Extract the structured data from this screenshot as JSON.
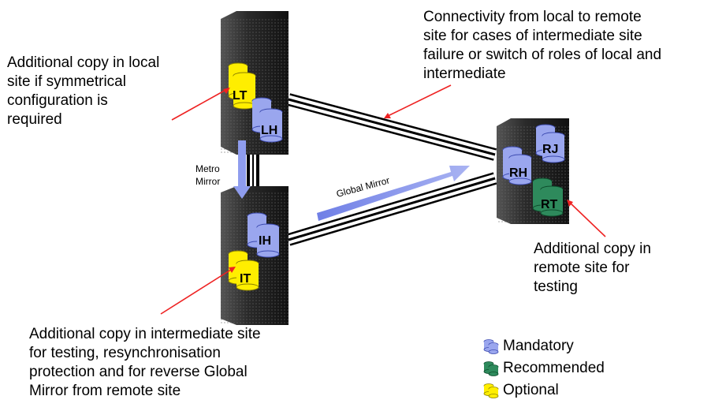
{
  "notes": {
    "local_copy": [
      "Additional copy in local",
      "site if symmetrical",
      "configuration is",
      "required"
    ],
    "connectivity": [
      "Connectivity from local to remote",
      "site for cases of intermediate site",
      "failure or switch of roles of local and",
      "intermediate"
    ],
    "remote_copy": [
      "Additional copy in",
      "remote site for",
      "testing"
    ],
    "intermediate_copy": [
      "Additional copy in intermediate site",
      "for testing, resynchronisation",
      "protection and for reverse Global",
      "Mirror from remote site"
    ]
  },
  "labels": {
    "metro_mirror": [
      "Metro",
      "Mirror"
    ],
    "global_mirror": "Global Mirror"
  },
  "volumes": {
    "lt": "LT",
    "lh": "LH",
    "ih": "IH",
    "it": "IT",
    "rh": "RH",
    "rj": "RJ",
    "rt": "RT"
  },
  "legend": [
    {
      "label": "Mandatory",
      "color": "#9aa6ee"
    },
    {
      "label": "Recommended",
      "color": "#2e8a5c"
    },
    {
      "label": "Optional",
      "color": "#ffee00"
    }
  ],
  "colors": {
    "mandatory": "#9aa6ee",
    "recommended": "#2e8a5c",
    "optional": "#ffee00",
    "pointer": "#ee2222",
    "mirror_arrow": "#8f9dee",
    "server": "#2a2a2a"
  }
}
